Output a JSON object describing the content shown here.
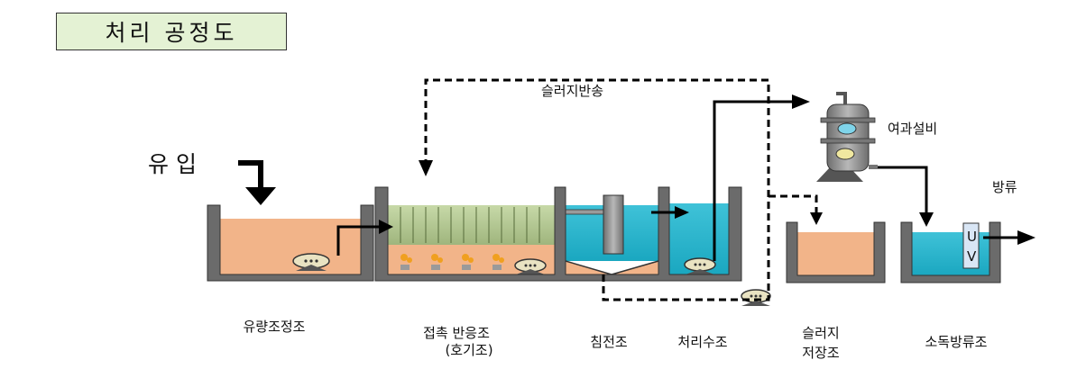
{
  "title": "처리 공정도",
  "labels": {
    "inflow": "유 입",
    "sludge_return": "슬러지반송",
    "filter": "여과설비",
    "discharge": "방류",
    "uv": "U\nV"
  },
  "tanks": [
    {
      "lines": [
        "유량조정조"
      ]
    },
    {
      "lines": [
        "접촉 반응조",
        "(호기조)"
      ]
    },
    {
      "lines": [
        "침전조"
      ]
    },
    {
      "lines": [
        "처리수조"
      ]
    },
    {
      "lines": [
        "슬러지",
        "저장조"
      ]
    },
    {
      "lines": [
        "소독방류조"
      ]
    }
  ]
}
